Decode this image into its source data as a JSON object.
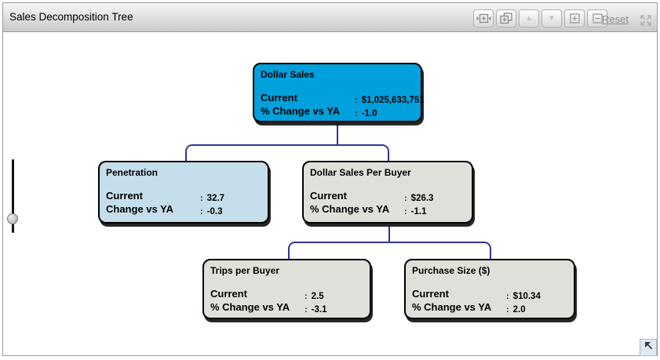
{
  "header": {
    "title": "Sales Decomposition Tree",
    "toolbar": {
      "buttons": [
        {
          "name": "expand-width",
          "icon": "expand-width-icon"
        },
        {
          "name": "cascade-windows",
          "icon": "cascade-windows-icon"
        },
        {
          "name": "move-up",
          "icon": "up-triangle-icon",
          "glyph": "▲",
          "disabled": true
        },
        {
          "name": "move-down",
          "icon": "down-triangle-icon",
          "glyph": "▼",
          "disabled": true
        },
        {
          "name": "expand-all",
          "icon": "plus-box-icon"
        },
        {
          "name": "collapse-all",
          "icon": "minus-box-icon"
        }
      ],
      "reset_label": "Reset",
      "fullscreen_icon": "fullscreen-arrows-icon"
    }
  },
  "tree": {
    "sep": ":",
    "nodes": [
      {
        "title": "Dollar Sales",
        "rows": [
          {
            "label": "Current",
            "value": "$1,025,633,751"
          },
          {
            "label": "% Change vs YA",
            "value": "-1.0"
          }
        ]
      },
      {
        "title": "Penetration",
        "rows": [
          {
            "label": "Current",
            "value": "32.7"
          },
          {
            "label": "Change vs YA",
            "value": "-0.3"
          }
        ]
      },
      {
        "title": "Dollar Sales Per Buyer",
        "rows": [
          {
            "label": "Current",
            "value": "$26.3"
          },
          {
            "label": "% Change vs YA",
            "value": "-1.1"
          }
        ]
      },
      {
        "title": "Trips per Buyer",
        "rows": [
          {
            "label": "Current",
            "value": "2.5"
          },
          {
            "label": "% Change vs YA",
            "value": "-3.1"
          }
        ]
      },
      {
        "title": "Purchase Size ($)",
        "rows": [
          {
            "label": "Current",
            "value": "$10.34"
          },
          {
            "label": "% Change vs YA",
            "value": "2.0"
          }
        ]
      }
    ]
  },
  "colors": {
    "root_node": "#00A0DC",
    "highlighted_node": "#C5DEEC",
    "default_node": "#E0E0DB",
    "connector": "#333399",
    "node_border": "#000000",
    "header_text": "#000000",
    "reset_link": "#8F8F8F"
  }
}
